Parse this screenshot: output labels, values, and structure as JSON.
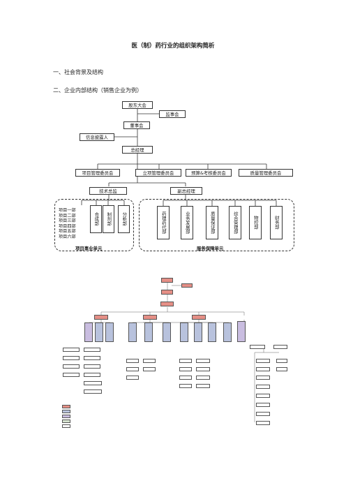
{
  "document": {
    "title": "医（制）药行业的组织架构简析",
    "sections": [
      {
        "label": "一、社会背景及结构"
      },
      {
        "label": "二、企业内部结构（销售企业为例）"
      }
    ]
  },
  "org_chart": {
    "shareholders": "股东大会",
    "supervisors": "监事会",
    "board": "董事会",
    "info_disclosure": "信息披露人",
    "gm": "总经理",
    "committees": [
      "项目管理委员会",
      "立项管理委员会",
      "预算&考核委员会",
      "质量管理委员会"
    ],
    "tech_director": "技术总监",
    "deputy_gm": "副总经理",
    "projects": [
      "项目一部",
      "项目二部",
      "项目三部",
      "项目四部",
      "项目五部",
      "项目六部"
    ],
    "tech_depts": [
      "合成部",
      "制剂部",
      "分析部"
    ],
    "service_depts": [
      "药理药代部",
      "业务发展部",
      "质量保证部",
      "综合管理部",
      "物控部",
      "财务部"
    ],
    "project_unit": "项目事业单元",
    "service_unit": "服务保障单元"
  }
}
